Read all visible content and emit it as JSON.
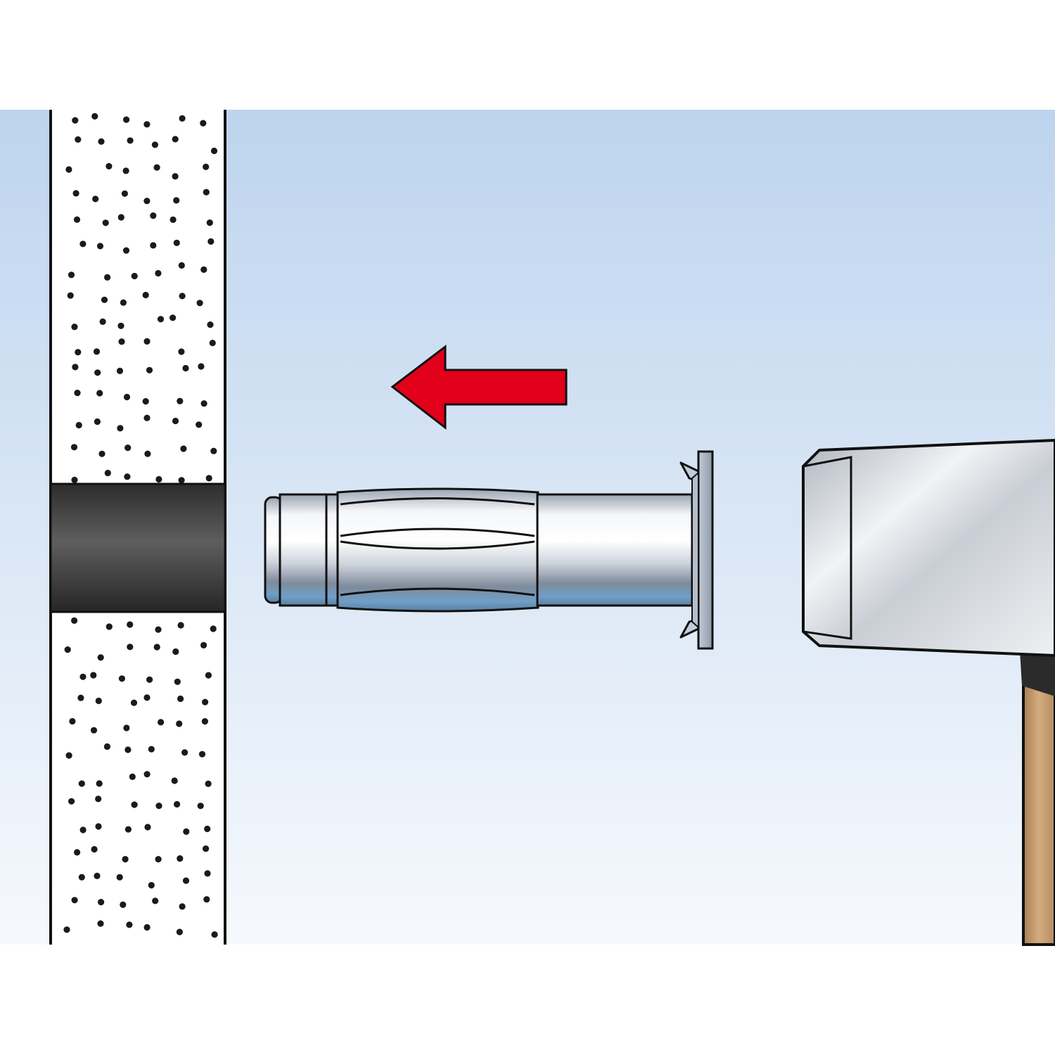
{
  "diagram": {
    "kind": "installation-step-illustration",
    "labels": [],
    "elements": [
      "wall-section",
      "drilled-hole",
      "direction-arrow",
      "hollow-wall-anchor",
      "hammer"
    ],
    "arrow_direction": "left"
  },
  "colors": {
    "sky_top": "#bdd4ee",
    "sky_bottom": "#f6f9fd",
    "wall_fill": "#ffffff",
    "wall_dots": "#1a1a1a",
    "hole": "#3c3c3c",
    "arrow": "#e2001a",
    "anchor_light": "#e9edf3",
    "anchor_dark": "#8d98a8",
    "anchor_blue": "#6f9fc8",
    "hammer_head": "#d9dde2",
    "hammer_handle": "#c8a074",
    "outline": "#111111"
  }
}
